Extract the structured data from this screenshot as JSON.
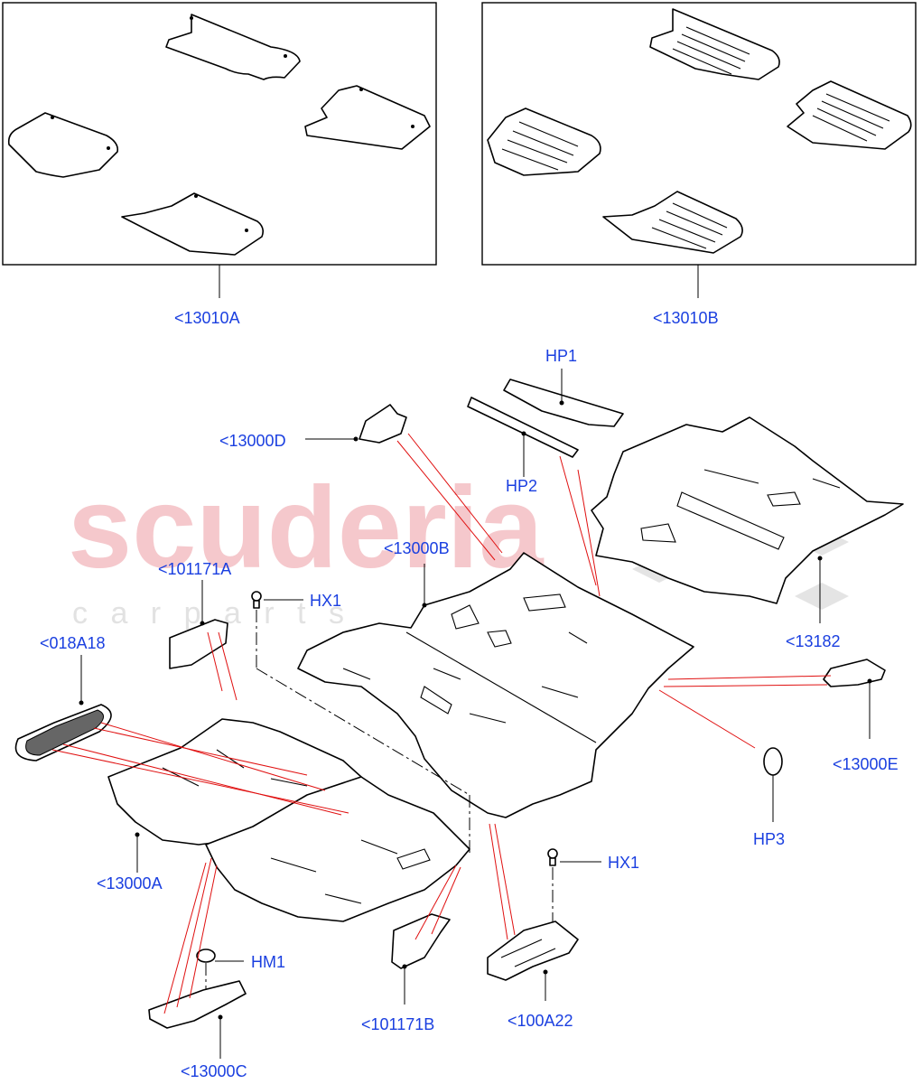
{
  "watermark": {
    "main": "scuderia",
    "sub": "c a r   p a r t s"
  },
  "labels": {
    "mat_set_a": "<13010A",
    "mat_set_b": "<13010B",
    "hp1": "HP1",
    "hp2": "HP2",
    "c13000d": "<13000D",
    "c13000b": "<13000B",
    "c101171a": "<101171A",
    "hx1_top": "HX1",
    "c018a18": "<018A18",
    "c13182": "<13182",
    "c13000e": "<13000E",
    "hp3": "HP3",
    "c13000a": "<13000A",
    "hx1_bottom": "HX1",
    "hm1": "HM1",
    "c101171b": "<101171B",
    "c100a22": "<100A22",
    "c13000c": "<13000C"
  },
  "colors": {
    "callout": "#1a3fe0",
    "leader_red": "#e01010",
    "line": "#000000"
  }
}
